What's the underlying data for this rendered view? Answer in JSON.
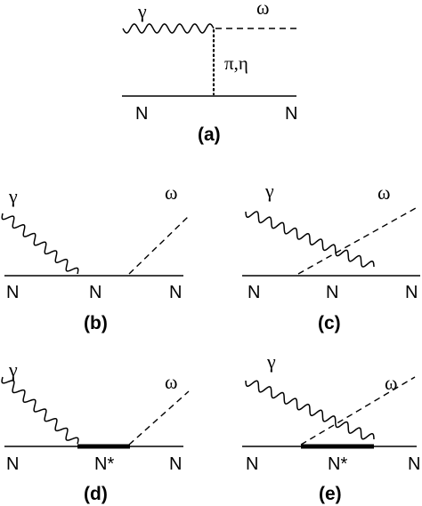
{
  "panels": [
    {
      "id": "a",
      "caption": "(a)",
      "labels": {
        "gamma": "γ",
        "omega": "ω",
        "exchange": "π,η",
        "n_left": "N",
        "n_right": "N"
      }
    },
    {
      "id": "b",
      "caption": "(b)",
      "labels": {
        "gamma": "γ",
        "omega": "ω",
        "n_left": "N",
        "n_mid": "N",
        "n_right": "N"
      }
    },
    {
      "id": "c",
      "caption": "(c)",
      "labels": {
        "gamma": "γ",
        "omega": "ω",
        "n_left": "N",
        "n_mid": "N",
        "n_right": "N"
      }
    },
    {
      "id": "d",
      "caption": "(d)",
      "labels": {
        "gamma": "γ",
        "omega": "ω",
        "n_left": "N",
        "n_mid": "N*",
        "n_right": "N"
      }
    },
    {
      "id": "e",
      "caption": "(e)",
      "labels": {
        "gamma": "γ",
        "omega": "ω",
        "n_left": "N",
        "n_mid": "N*",
        "n_right": "N"
      }
    }
  ]
}
